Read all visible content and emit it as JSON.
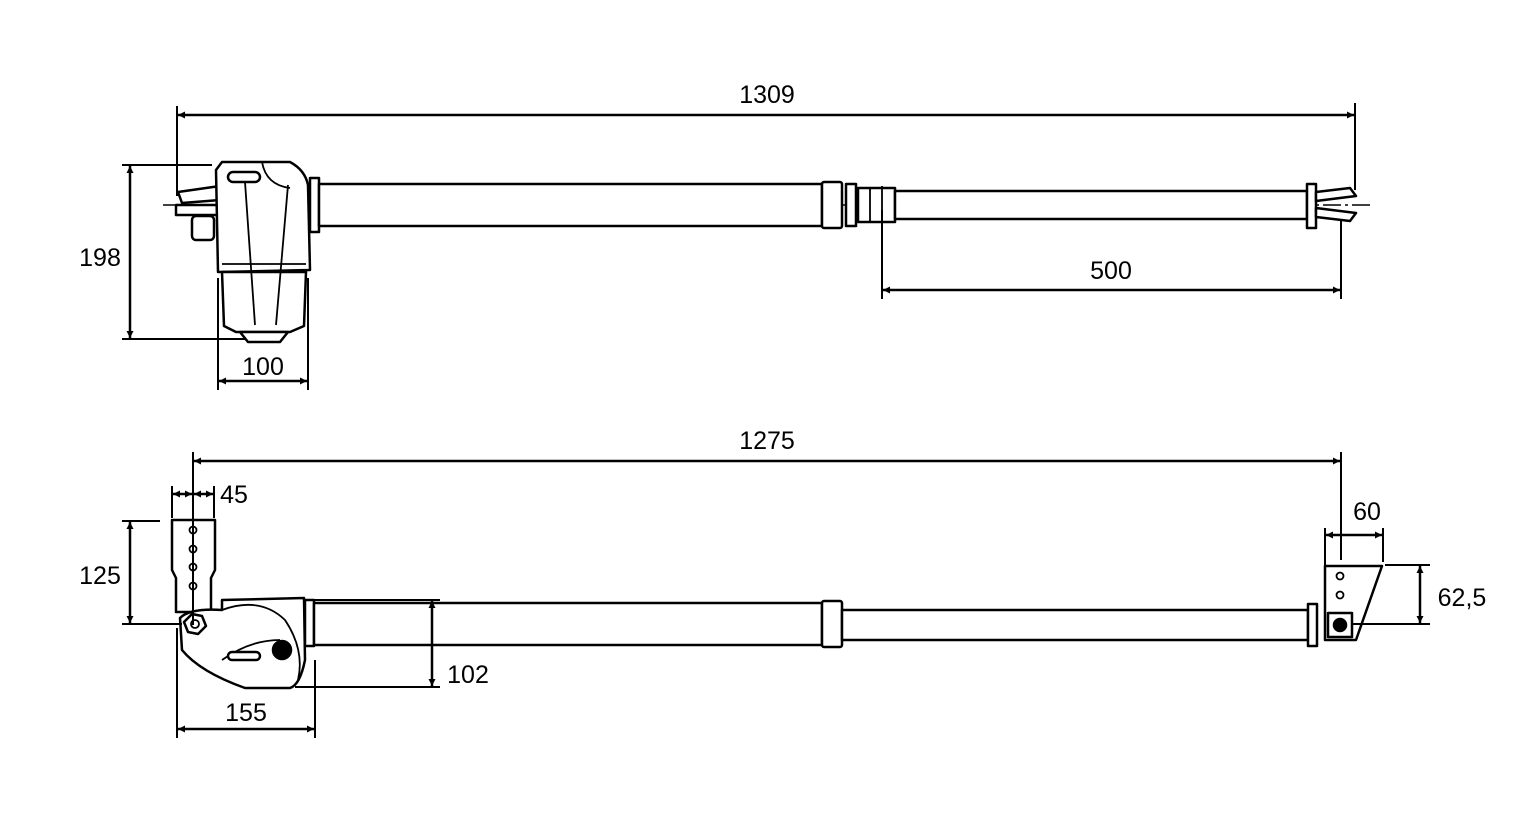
{
  "top_view": {
    "overall_length": "1309",
    "height": "198",
    "motor_width": "100",
    "stroke": "500"
  },
  "side_view": {
    "overall_length": "1275",
    "front_bracket_offset": "45",
    "front_bracket_height": "125",
    "tube_height": "102",
    "motor_length": "155",
    "rear_bracket_width": "60",
    "rear_bracket_height": "62,5"
  }
}
